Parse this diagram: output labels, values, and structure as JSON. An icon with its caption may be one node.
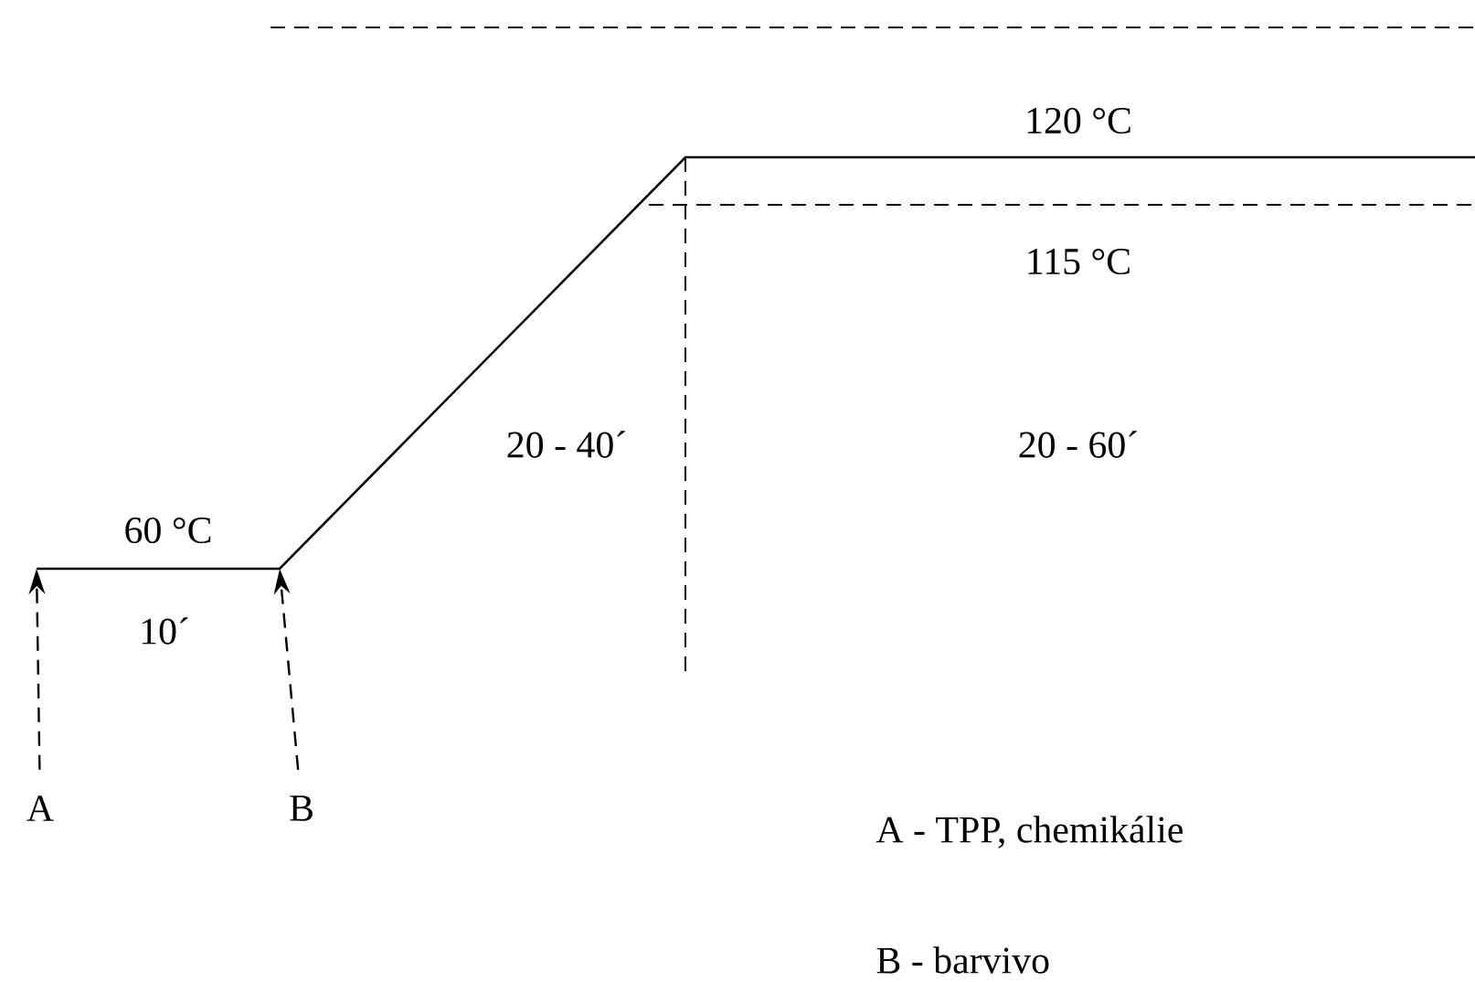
{
  "diagram": {
    "nodes": [
      {
        "text": [
          "A"
        ]
      },
      {
        "text": [
          "B"
        ]
      }
    ],
    "edges": [
      {
        "from": 0,
        "to": null,
        "arrow": "to",
        "style": "dashed"
      },
      {
        "from": 1,
        "to": null,
        "arrow": "to",
        "style": "dashed"
      }
    ],
    "labels": [
      "120 °C",
      "115 °C",
      "20 - 40´",
      "20 - 60´",
      "60 °C",
      "10´",
      "A  -  TPP, chemikálie",
      "B  -  barvivo"
    ]
  }
}
